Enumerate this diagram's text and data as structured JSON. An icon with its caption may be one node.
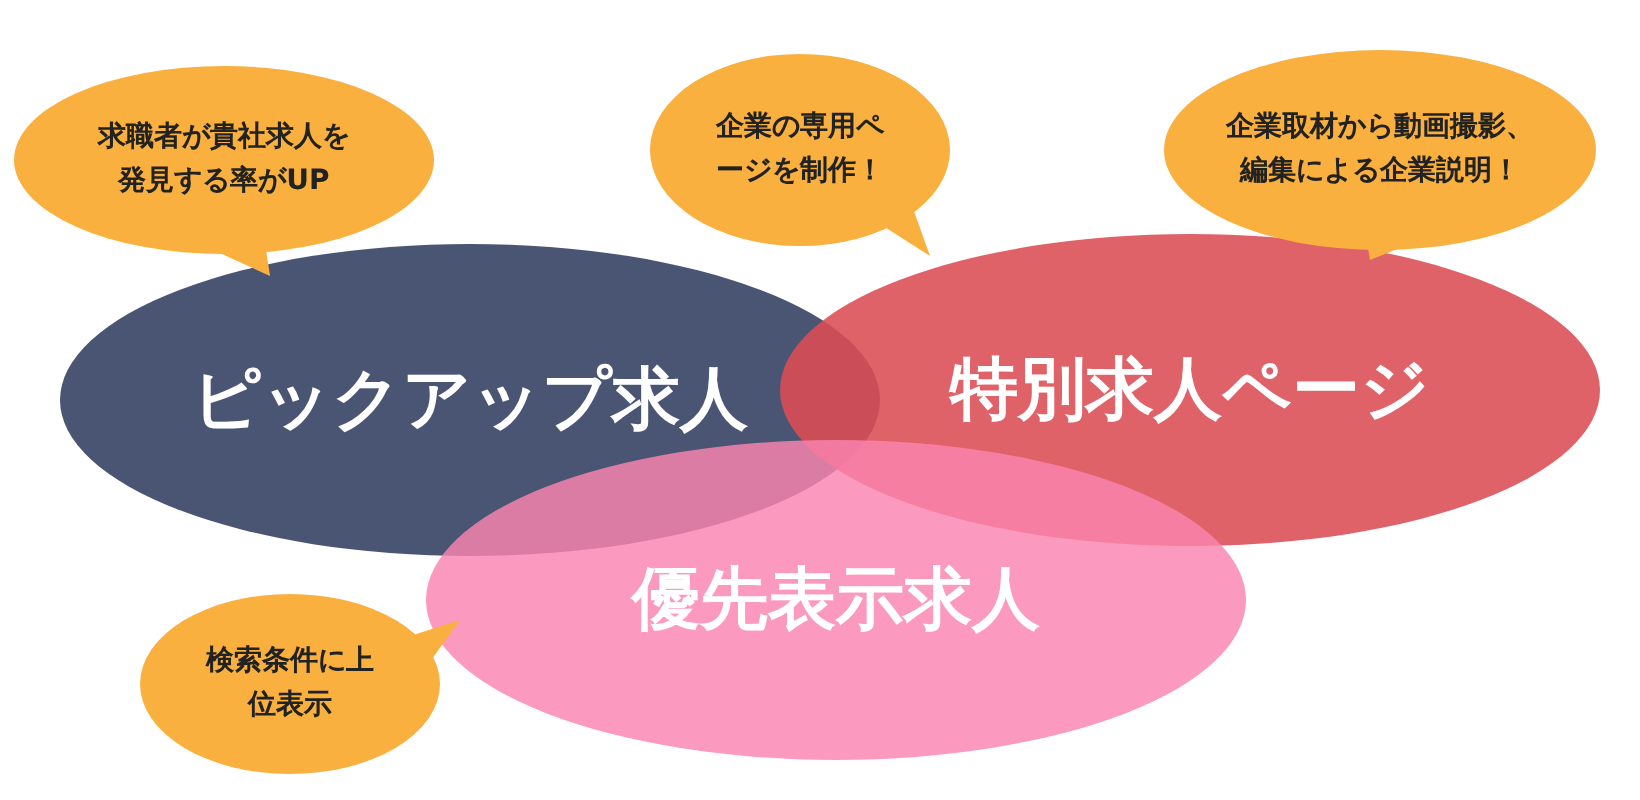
{
  "diagram": {
    "nodes": [
      {
        "text": [
          "求職者が貴社求人を発見する率がUP"
        ]
      },
      {
        "text": [
          "企業の専用ページを制作！"
        ]
      },
      {
        "text": [
          "企業取材から動画撮影、編集による企業説明！"
        ]
      },
      {
        "text": [
          "ピックアップ求人"
        ]
      },
      {
        "text": [
          "特別求人ページ"
        ]
      },
      {
        "text": [
          "検索条件に上位表示"
        ]
      },
      {
        "text": [
          "優先表示求人"
        ]
      }
    ]
  }
}
